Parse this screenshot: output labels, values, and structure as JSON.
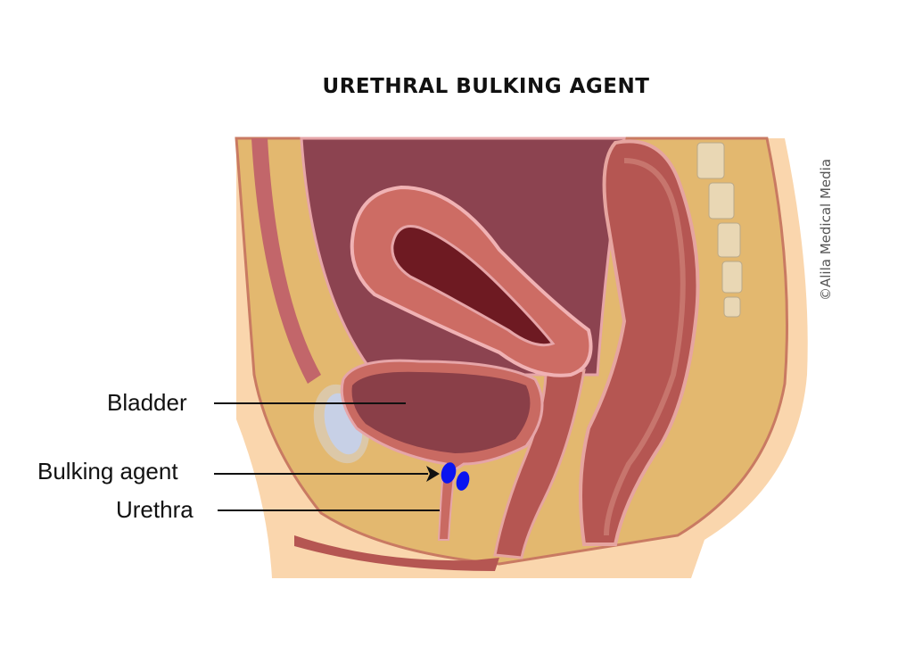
{
  "title": "URETHRAL BULKING AGENT",
  "labels": {
    "bladder": "Bladder",
    "bulking_agent": "Bulking agent",
    "urethra": "Urethra"
  },
  "watermark": "©Alila Medical Media",
  "colors": {
    "skin": "#fad6ad",
    "fat": "#e3b86f",
    "tissue": "#c96a62",
    "cavity": "#8a3f48",
    "bulking_agent": "#0a14f0"
  }
}
